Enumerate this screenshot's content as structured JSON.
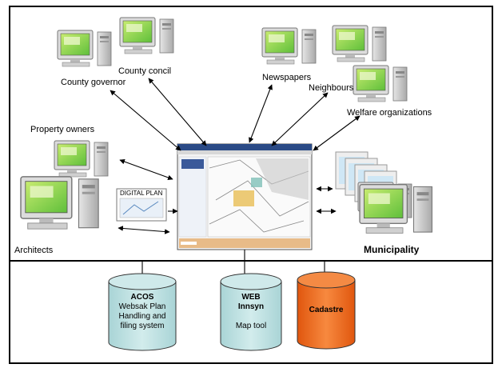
{
  "labels": {
    "county_governor": "County governor",
    "county_concil": "County concil",
    "newspapers": "Newspapers",
    "neighbours": "Neighbours",
    "welfare_organizations": "Welfare organizations",
    "property_owners": "Property owners",
    "architects": "Architects",
    "municipality": "Municipality",
    "plan_doc": "DIGITAL PLAN"
  },
  "databases": [
    {
      "title": "ACOS",
      "lines": [
        "Websak Plan",
        "Handling and",
        "filing system"
      ],
      "color": "#bfe0e0"
    },
    {
      "title": "WEB",
      "lines": [
        "Innsyn",
        "",
        "Map tool"
      ],
      "color": "#bfe0e0"
    },
    {
      "title": "Cadastre",
      "lines": [],
      "color": "#f06a1a"
    }
  ],
  "colors": {
    "border": "#000000",
    "database_light": "#bfe0e0",
    "database_cadastre": "#f06a1a",
    "monitor_screen": "#7fd04a"
  }
}
